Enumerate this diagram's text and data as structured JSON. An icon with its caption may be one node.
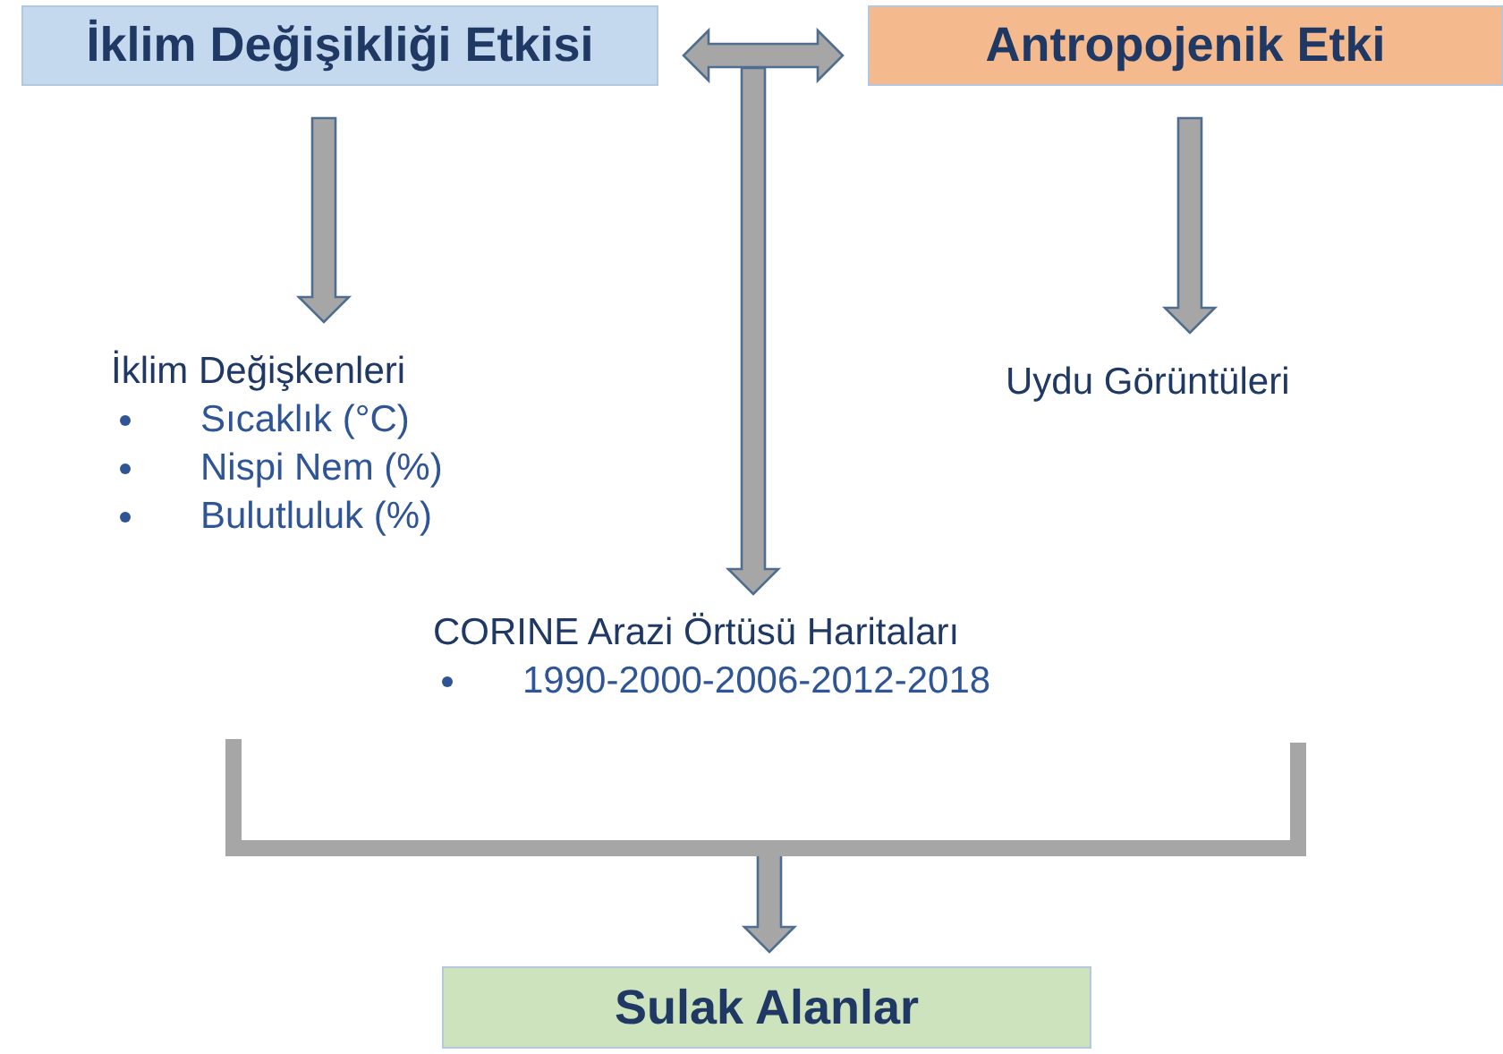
{
  "diagram": {
    "nodes": [
      {
        "text": [
          "İklim Değişikliği Etkisi"
        ]
      },
      {
        "text": [
          "Antropojenik Etki"
        ]
      },
      {
        "text": [
          "İklim Değişkenleri",
          "Sıcaklık (°C)",
          "Nispi Nem (%)",
          "Bulutluluk (%)"
        ]
      },
      {
        "text": [
          "Uydu Görüntüleri"
        ]
      },
      {
        "text": [
          "CORINE Arazi Örtüsü Haritaları",
          "1990-2000-2006-2012-2018"
        ]
      },
      {
        "text": [
          "Sulak Alanlar"
        ]
      },
      {
        "text": [],
        "shape": "bracket"
      }
    ],
    "edges": [
      {
        "from": 0,
        "to": 2,
        "arrow": "to"
      },
      {
        "from": 1,
        "to": 3,
        "arrow": "to"
      },
      {
        "from": 0,
        "to": 1,
        "arrow": "both"
      },
      {
        "from": null,
        "to": 4,
        "arrow": "to"
      },
      {
        "from": 6,
        "to": 5,
        "arrow": "to"
      }
    ]
  }
}
